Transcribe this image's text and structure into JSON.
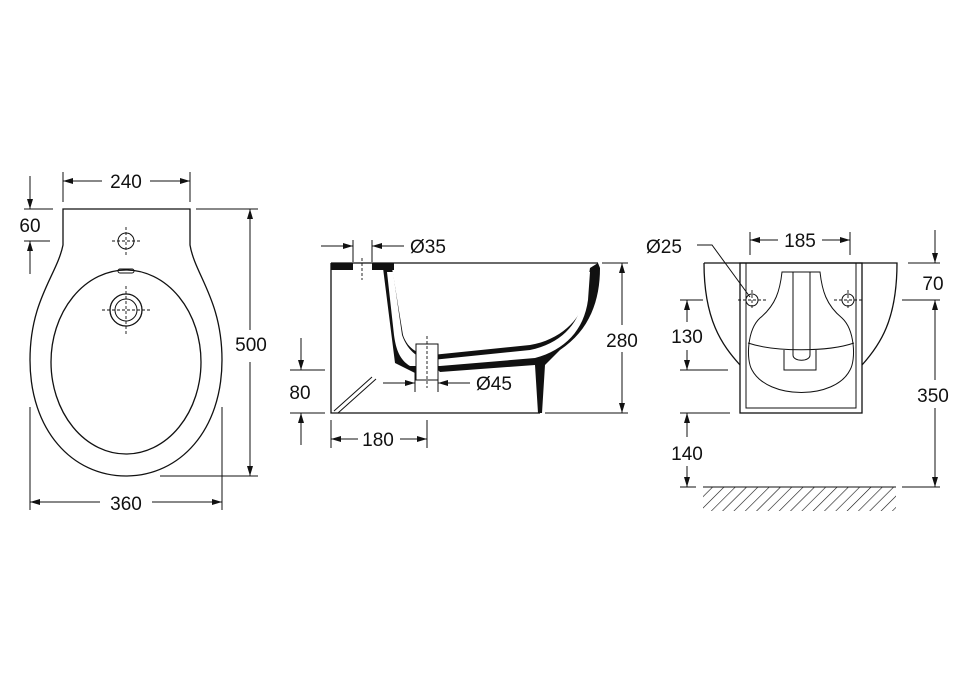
{
  "top_view": {
    "width_top": "240",
    "depth_top": "60",
    "length": "500",
    "width": "360"
  },
  "side_view": {
    "tap_hole": "Ø35",
    "drain": "Ø45",
    "height": "280",
    "drain_height": "80",
    "drain_offset": "180"
  },
  "front_view": {
    "fixing_hole": "Ø25",
    "fixing_spacing": "185",
    "top_offset": "70",
    "hole_height": "130",
    "floor_to_holes": "350",
    "floor_clearance": "140"
  },
  "colors": {
    "line": "#111111",
    "background": "#ffffff"
  }
}
